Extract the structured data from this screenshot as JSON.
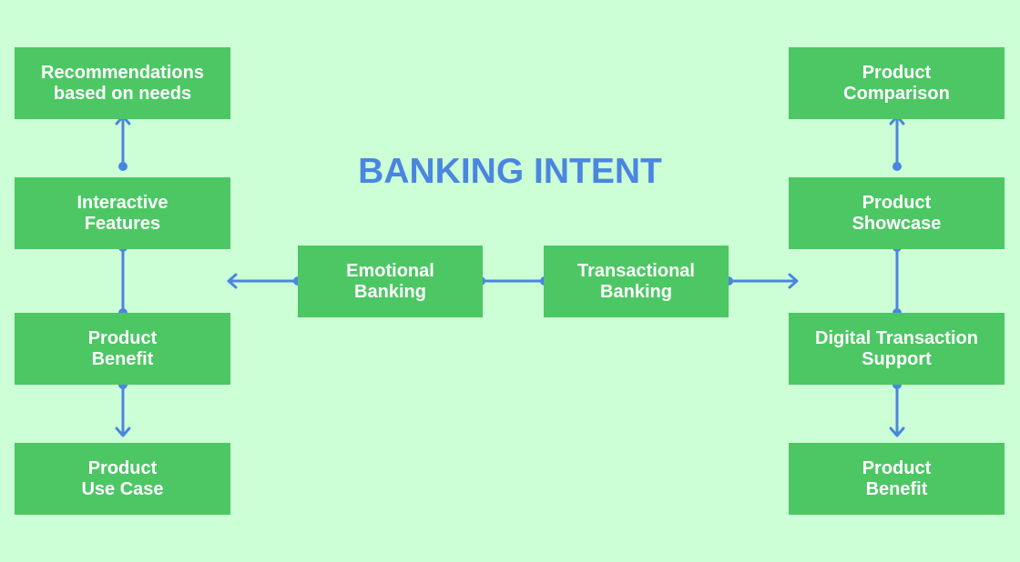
{
  "diagram": {
    "title": "BANKING INTENT",
    "colors": {
      "background": "#ccffd6",
      "box": "#4cc764",
      "connector": "#4a86e0",
      "title": "#4a86e0",
      "text": "#ffffff"
    },
    "nodes": {
      "recommendations": "Recommendations\nbased on needs",
      "interactive_features": "Interactive\nFeatures",
      "product_benefit_left": "Product\nBenefit",
      "product_use_case": "Product\nUse Case",
      "emotional_banking": "Emotional\nBanking",
      "transactional_banking": "Transactional\nBanking",
      "product_comparison": "Product\nComparison",
      "product_showcase": "Product\nShowcase",
      "digital_transaction_support": "Digital Transaction\nSupport",
      "product_benefit_right": "Product\nBenefit"
    },
    "edges": [
      {
        "from": "interactive_features",
        "to": "recommendations"
      },
      {
        "from": "interactive_features",
        "to": "product_benefit_left"
      },
      {
        "from": "product_benefit_left",
        "to": "product_use_case"
      },
      {
        "from": "emotional_banking",
        "to": "left-column"
      },
      {
        "from": "emotional_banking",
        "to": "transactional_banking"
      },
      {
        "from": "transactional_banking",
        "to": "right-column"
      },
      {
        "from": "product_showcase",
        "to": "product_comparison"
      },
      {
        "from": "product_showcase",
        "to": "digital_transaction_support"
      },
      {
        "from": "digital_transaction_support",
        "to": "product_benefit_right"
      }
    ]
  }
}
